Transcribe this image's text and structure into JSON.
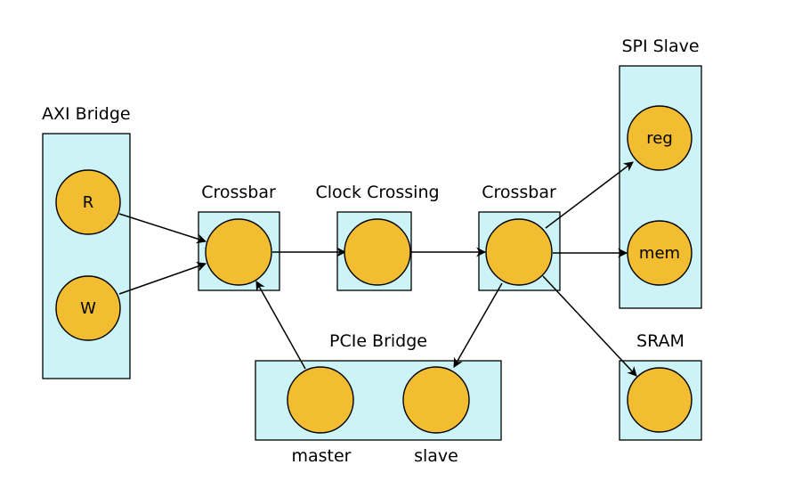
{
  "groups": {
    "axi_bridge": "AXI Bridge",
    "crossbar_1": "Crossbar",
    "clock_crossing": "Clock Crossing",
    "crossbar_2": "Crossbar",
    "spi_slave": "SPI Slave",
    "pcie_bridge": "PCIe Bridge",
    "sram": "SRAM"
  },
  "nodes": {
    "axi_r": "R",
    "axi_w": "W",
    "spi_reg": "reg",
    "spi_mem": "mem",
    "pcie_master": "master",
    "pcie_slave": "slave"
  },
  "colors": {
    "group_fill": "#ccf3f6",
    "node_fill": "#f2bd31",
    "stroke": "#000000"
  }
}
